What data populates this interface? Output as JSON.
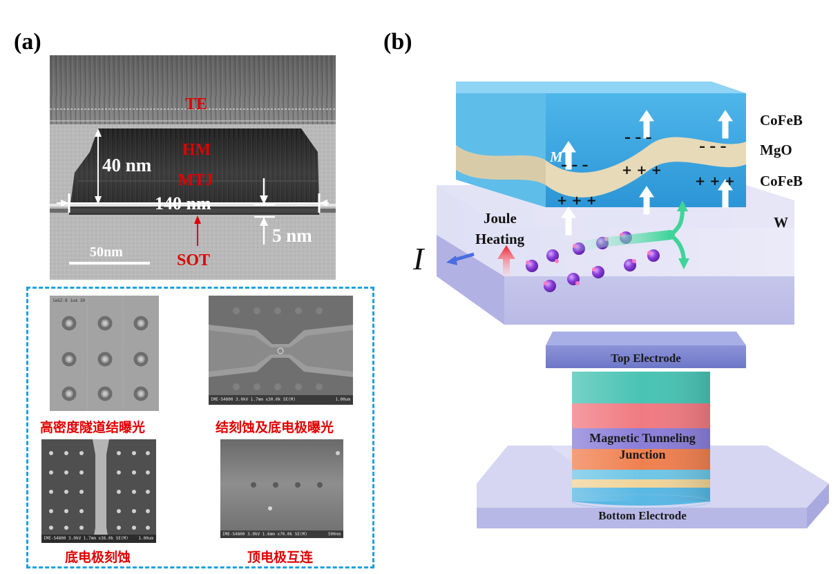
{
  "panels": {
    "a_label": "(a)",
    "b_label": "(b)"
  },
  "tem": {
    "te": "TE",
    "hm": "HM",
    "mtj": "MTJ",
    "thickness_label": "40 nm",
    "width_label": "140 nm",
    "sot_thickness_label": "5 nm",
    "sot_label": "SOT",
    "scale_label": "50nm"
  },
  "sem": {
    "image1_caption": "高密度隧道结曝光",
    "image2_caption": "结刻蚀及底电极曝光",
    "image3_caption": "底电极刻蚀",
    "image4_caption": "顶电极互连",
    "image1_meta": "1e6Z-8 1um 30",
    "image2_meta": "IME-S4800 3.0kV 1.7mm x30.0k SE(M)",
    "image2_scale": "1.00um",
    "image3_meta": "IME-S4800 3.0kV 1.7mm x36.0k SE(M)",
    "image3_scale": "1.00um",
    "image4_meta": "IME-S4800 3.0kV 1.6mm x70.0k SE(M)",
    "image4_scale": "500nm"
  },
  "schematic": {
    "cofeb_top": "CoFeB",
    "mgo": "MgO",
    "cofeb_bottom": "CoFeB",
    "w": "W",
    "m_label": "M",
    "joule": "Joule",
    "heating": "Heating",
    "current": "I",
    "top_electrode": "Top Electrode",
    "mtj_line1": "Magnetic Tunneling",
    "mtj_line2": "Junction",
    "bottom_electrode": "Bottom Electrode"
  },
  "colors": {
    "label_red": "#e00000",
    "dash_blue": "#1aa0e0",
    "cofeb_blue": "#3ba4de",
    "mgo_beige": "#e6dab8",
    "w_lavender": "#c8c8ec"
  }
}
